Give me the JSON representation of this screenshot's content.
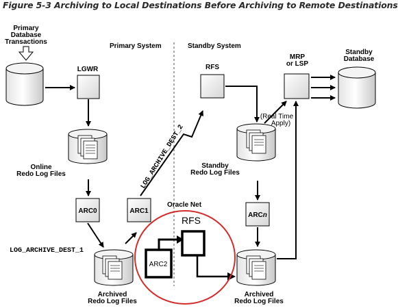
{
  "caption": "Figure 5-3 Archiving to Local Destinations Before Archiving to Remote Destinations",
  "sections": {
    "primary": "Primary System",
    "standby": "Standby System"
  },
  "labels": {
    "transactions": [
      "Primary",
      "Database",
      "Transactions"
    ],
    "lgwr": "LGWR",
    "online_redo": [
      "Online",
      "Redo Log Files"
    ],
    "arc0": "ARC0",
    "arc1": "ARC1",
    "arc2": "ARC2",
    "archived_primary": [
      "Archived",
      "Redo Log Files"
    ],
    "rfs_standby": "RFS",
    "rfs_overlay": "RFS",
    "oracle_net": "Oracle Net",
    "standby_redo": [
      "Standby",
      "Redo Log Files"
    ],
    "real_time_apply": [
      "(Real Time",
      "Apply)"
    ],
    "arcn_prefix": "ARC",
    "arcn_suffix": "n",
    "archived_standby": [
      "Archived",
      "Redo Log Files"
    ],
    "mrp": [
      "MRP",
      "or LSP"
    ],
    "standby_db": [
      "Standby",
      "Database"
    ],
    "dest1": "LOG_ARCHIVE_DEST_1",
    "dest2": "LOG_ARCHIVE_DEST_2"
  },
  "colors": {
    "highlight": "#d42a2a"
  }
}
